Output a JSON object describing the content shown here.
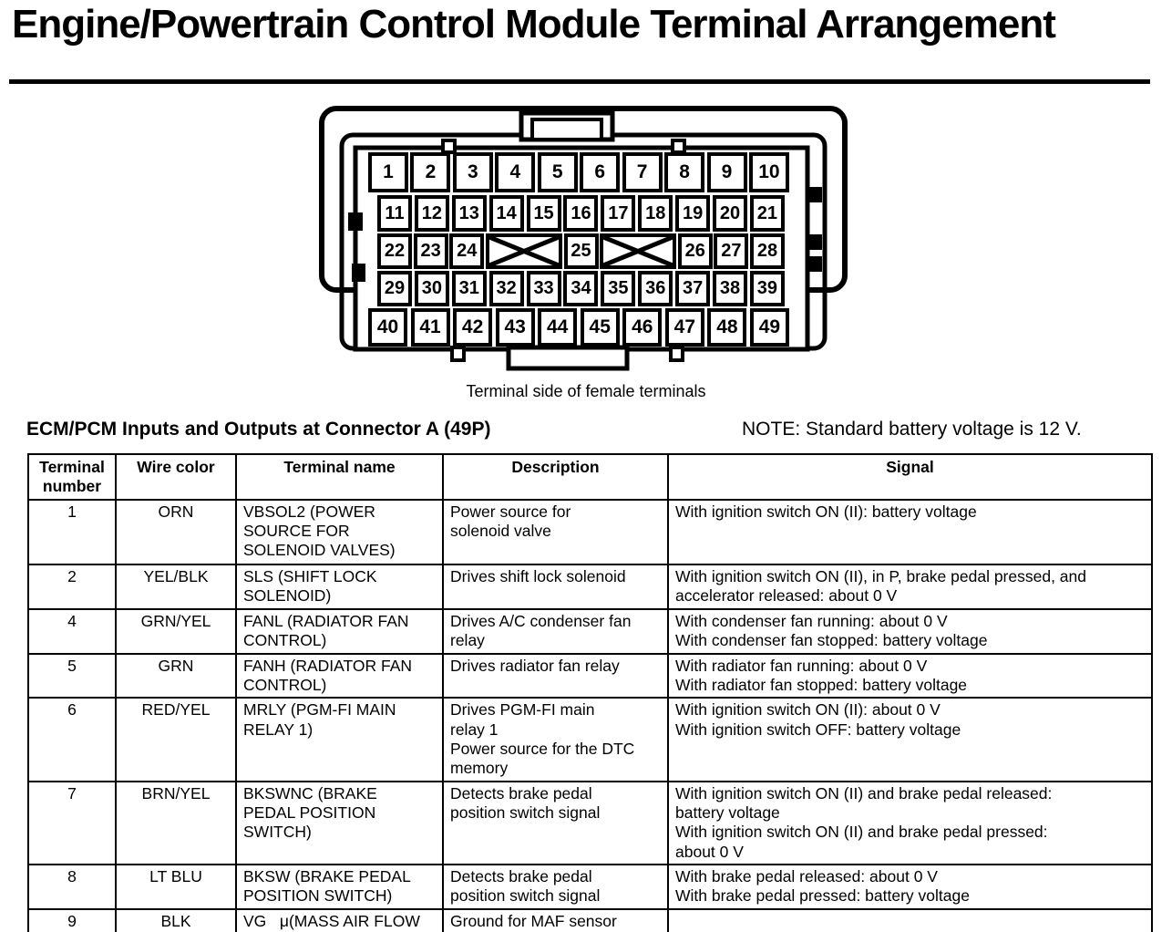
{
  "title": "Engine/Powertrain Control Module Terminal Arrangement",
  "colors": {
    "ink": "#000000",
    "paper": "#ffffff"
  },
  "connector": {
    "caption": "Terminal side of female terminals",
    "rows": [
      [
        "1",
        "2",
        "3",
        "4",
        "5",
        "6",
        "7",
        "8",
        "9",
        "10"
      ],
      [
        "11",
        "12",
        "13",
        "14",
        "15",
        "16",
        "17",
        "18",
        "19",
        "20",
        "21"
      ],
      [
        "22",
        "23",
        "24",
        "X",
        "25",
        "X",
        "26",
        "27",
        "28"
      ],
      [
        "29",
        "30",
        "31",
        "32",
        "33",
        "34",
        "35",
        "36",
        "37",
        "38",
        "39"
      ],
      [
        "40",
        "41",
        "42",
        "43",
        "44",
        "45",
        "46",
        "47",
        "48",
        "49"
      ]
    ]
  },
  "section": {
    "heading": "ECM/PCM Inputs and Outputs at Connector A (49P)",
    "note": "NOTE: Standard battery voltage is 12 V."
  },
  "table": {
    "headers": [
      "Terminal\nnumber",
      "Wire color",
      "Terminal name",
      "Description",
      "Signal"
    ],
    "rows": [
      [
        "1",
        "ORN",
        "VBSOL2 (POWER\nSOURCE FOR\nSOLENOID VALVES)",
        "Power source for\nsolenoid valve",
        "With ignition switch ON (II): battery voltage"
      ],
      [
        "2",
        "YEL/BLK",
        "SLS (SHIFT LOCK\nSOLENOID)",
        "Drives shift lock solenoid",
        "With ignition switch ON (II), in P, brake pedal pressed, and\naccelerator released: about 0 V"
      ],
      [
        "4",
        "GRN/YEL",
        "FANL (RADIATOR FAN\nCONTROL)",
        "Drives A/C condenser fan\nrelay",
        "With condenser fan running: about 0 V\nWith condenser fan stopped: battery voltage"
      ],
      [
        "5",
        "GRN",
        "FANH (RADIATOR FAN\nCONTROL)",
        "Drives radiator fan relay",
        "With radiator fan running: about 0 V\nWith radiator fan stopped: battery voltage"
      ],
      [
        "6",
        "RED/YEL",
        "MRLY (PGM-FI MAIN\nRELAY 1)",
        "Drives PGM-FI main\nrelay 1\nPower source for the DTC\nmemory",
        "With ignition switch ON (II): about 0 V\nWith ignition switch OFF: battery voltage"
      ],
      [
        "7",
        "BRN/YEL",
        "BKSWNC (BRAKE\nPEDAL POSITION\nSWITCH)",
        "Detects brake pedal\nposition switch signal",
        "With ignition switch ON (II) and brake pedal released:\nbattery voltage\nWith ignition switch ON (II) and brake pedal pressed:\nabout 0 V"
      ],
      [
        "8",
        "LT BLU",
        "BKSW (BRAKE PEDAL\nPOSITION SWITCH)",
        "Detects brake pedal\nposition switch signal",
        "With brake pedal released: about 0 V\nWith brake pedal pressed: battery voltage"
      ],
      [
        "9",
        "BLK",
        "VG   μ(MASS AIR FLOW\n(MAF) SENSOR\n  ʃSIDE)",
        "Ground for MAF sensor\nsignal",
        ""
      ]
    ]
  }
}
